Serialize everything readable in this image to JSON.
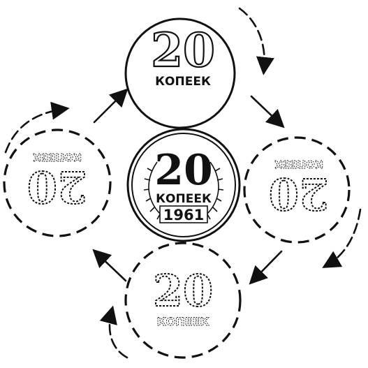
{
  "coins": {
    "top": {
      "value": "20",
      "unit": "КОПЕЕК"
    },
    "center": {
      "value": "20",
      "unit": "КОПЕЕК",
      "year": "1961"
    },
    "right": {
      "value": "20",
      "unit": "КОПЕЕК"
    },
    "bottom": {
      "value": "20",
      "unit": "КОПЕЕК"
    },
    "left": {
      "value": "20",
      "unit": "КОПЕЕК"
    }
  },
  "colors": {
    "ink": "#111111",
    "paper": "#ffffff"
  }
}
